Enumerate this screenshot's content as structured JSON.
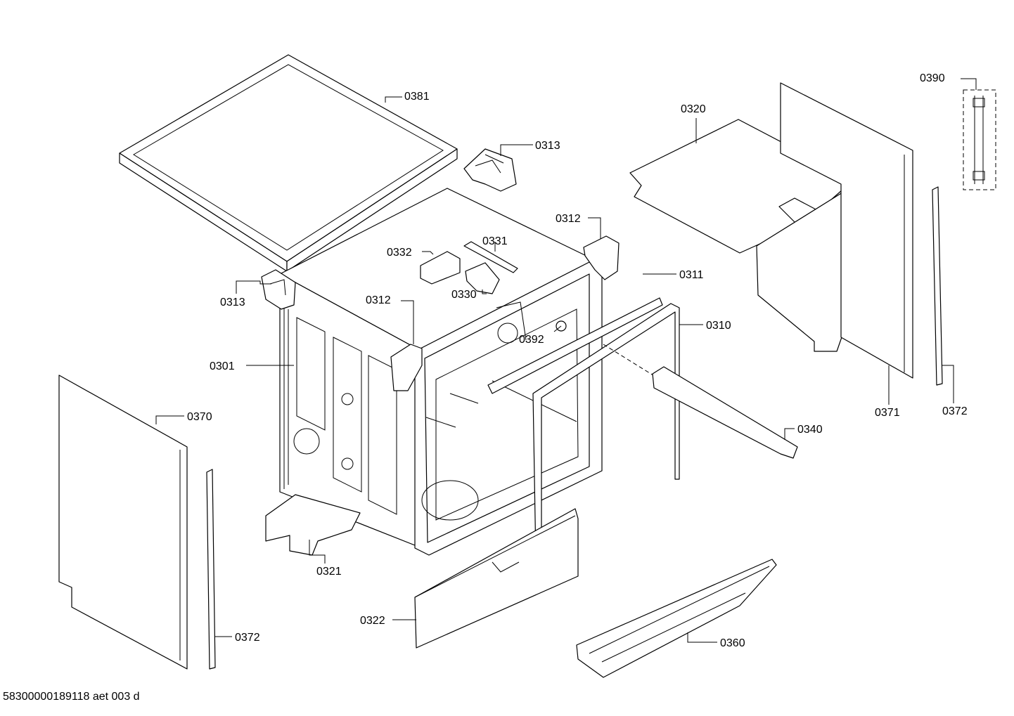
{
  "drawing_id": "58300000189118 aet 003 d",
  "labels": {
    "l0381": "0381",
    "l0313a": "0313",
    "l0313b": "0313",
    "l0320": "0320",
    "l0390": "0390",
    "l0312a": "0312",
    "l0312b": "0312",
    "l0331": "0331",
    "l0332": "0332",
    "l0330": "0330",
    "l0311": "0311",
    "l0310": "0310",
    "l0392": "0392",
    "l0301": "0301",
    "l0370": "0370",
    "l0340": "0340",
    "l0371": "0371",
    "l0372a": "0372",
    "l0372b": "0372",
    "l0321": "0321",
    "l0322": "0322",
    "l0360": "0360"
  }
}
